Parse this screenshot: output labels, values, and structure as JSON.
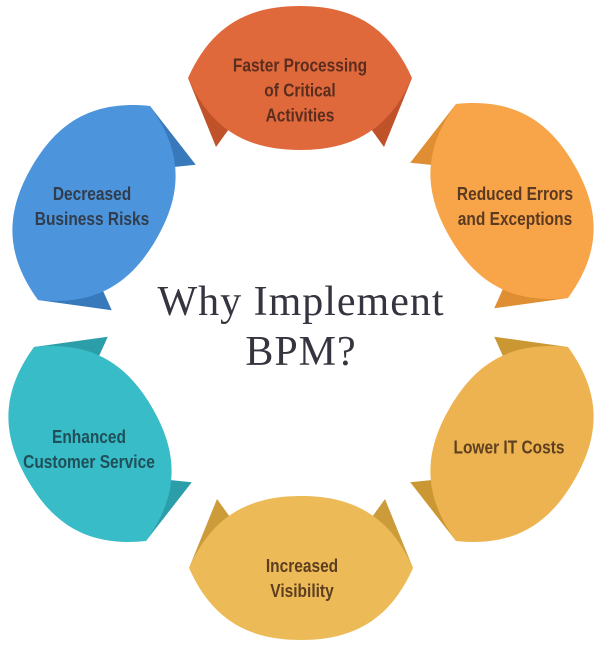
{
  "background": "#FFFFFF",
  "title": {
    "text": "Why Implement\nBPM?",
    "color": "#35343F"
  },
  "ribbons": [
    {
      "id": "faster-processing",
      "label": "Faster Processing\nof Critical\nActivities",
      "body_color": "#E0693C",
      "fold_color": "#C05229",
      "text_color": "#5A2D1E",
      "position": "top"
    },
    {
      "id": "reduced-errors",
      "label": "Reduced Errors\nand Exceptions",
      "body_color": "#F7A548",
      "fold_color": "#DF8E33",
      "text_color": "#5C3A22",
      "position": "upper-right"
    },
    {
      "id": "lower-it-costs",
      "label": "Lower IT Costs",
      "body_color": "#EDB350",
      "fold_color": "#CB9733",
      "text_color": "#5E4020",
      "position": "lower-right"
    },
    {
      "id": "increased-visibility",
      "label": "Increased\nVisibility",
      "body_color": "#ECBB58",
      "fold_color": "#CD9C3A",
      "text_color": "#5D3E1F",
      "position": "bottom"
    },
    {
      "id": "enhanced-customer-service",
      "label": "Enhanced\nCustomer Service",
      "body_color": "#38BCC7",
      "fold_color": "#2B9EA9",
      "text_color": "#1F4F58",
      "position": "lower-left"
    },
    {
      "id": "decreased-business-risks",
      "label": "Decreased\nBusiness Risks",
      "body_color": "#4C94DB",
      "fold_color": "#3779BB",
      "text_color": "#313D4D",
      "position": "upper-left"
    }
  ]
}
